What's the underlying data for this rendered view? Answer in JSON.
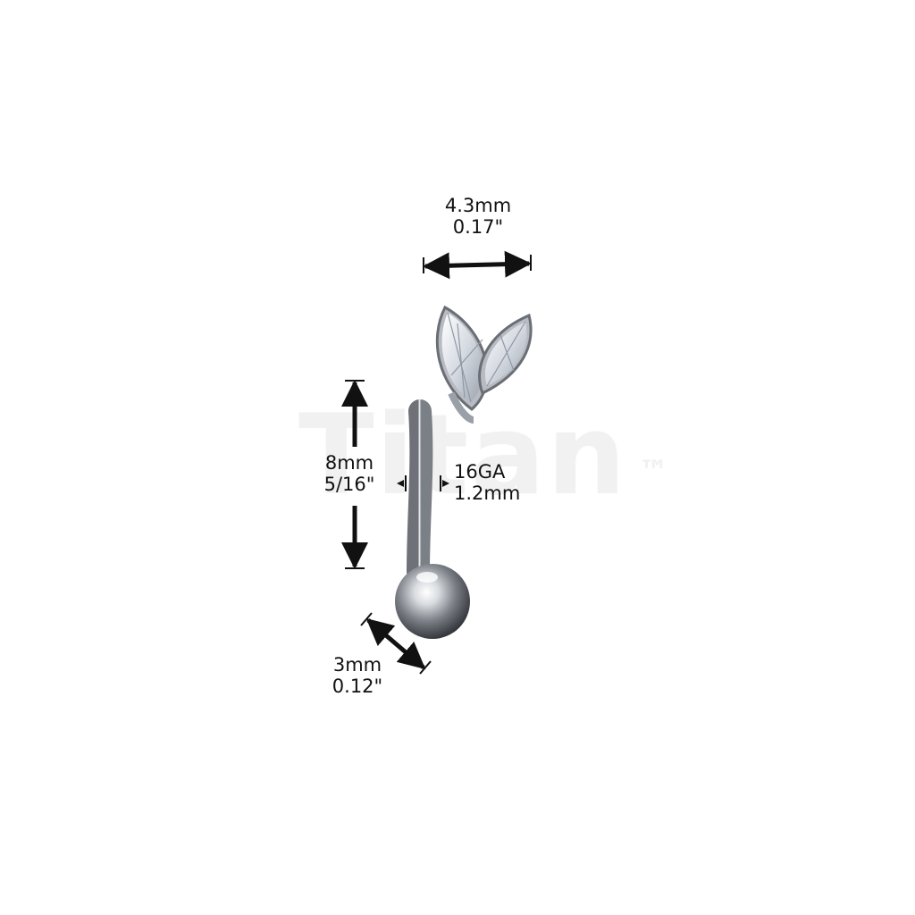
{
  "watermark": {
    "brand": "Titan",
    "mark": "™"
  },
  "dimensions": {
    "top_width": {
      "metric": "4.3mm",
      "imperial": "0.17\""
    },
    "length": {
      "metric": "8mm",
      "imperial": "5/16\""
    },
    "gauge": {
      "gauge": "16GA",
      "metric": "1.2mm"
    },
    "ball": {
      "metric": "3mm",
      "imperial": "0.12\""
    }
  },
  "colors": {
    "ink": "#111111",
    "metal": "#b8bcc2",
    "gem": "#e9edf2",
    "watermark": "#f1f1f1"
  }
}
